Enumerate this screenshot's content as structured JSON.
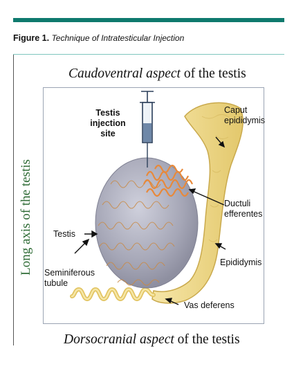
{
  "caption": {
    "label": "Figure 1.",
    "title": "Technique of Intratesticular Injection"
  },
  "figure": {
    "top_emph": "Caudoventral aspect",
    "top_rest": " of the testis",
    "bottom_emph": "Dorsocranial aspect",
    "bottom_rest": " of the testis",
    "side": "Long axis of the testis",
    "labels": {
      "injection_site": "Testis injection site",
      "caput": "Caput epididymis",
      "ductuli": "Ductuli efferentes",
      "testis": "Testis",
      "tubule": "Seminiferous tubule",
      "epididymis": "Epididymis",
      "vas": "Vas deferens"
    }
  },
  "colors": {
    "accent": "#0f7a6e",
    "testis": "#a9aab8",
    "epididymis": "#f0d98a",
    "ductuli": "#e8893a"
  }
}
